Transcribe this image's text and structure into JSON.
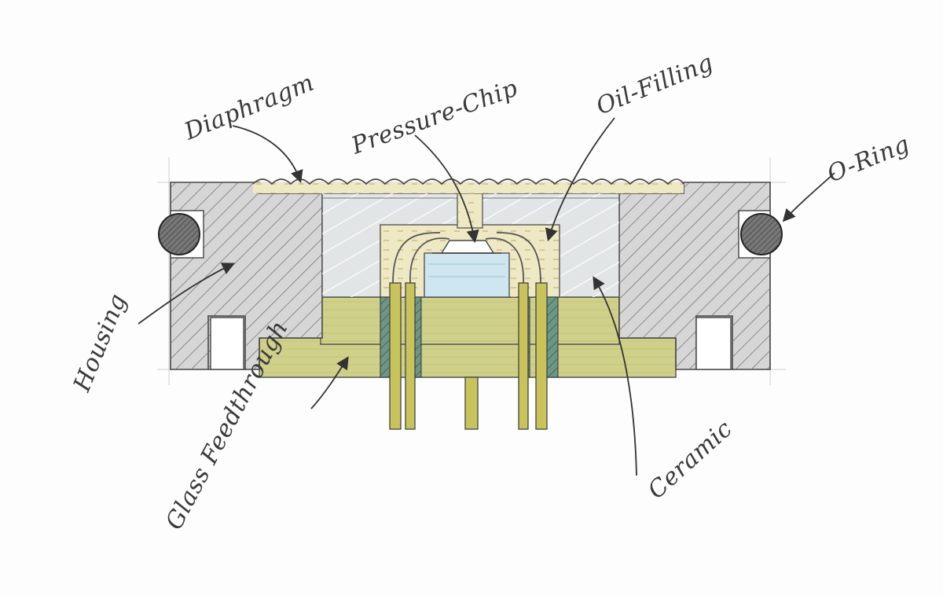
{
  "labels": {
    "diaphragm": "Diaphragm",
    "pressure_chip": "Pressure-Chip",
    "oil_filling": "Oil-Filling",
    "o_ring": "O-Ring",
    "housing": "Housing",
    "glass_feedthrough": "Glass Feedthrough",
    "ceramic": "Ceramic"
  },
  "colors": {
    "housing": "#d6d6d6",
    "ceramic": "#e2e5e6",
    "glass": "#cfd08a",
    "oil": "#efe8c4",
    "pin": "#c9c35c",
    "seal": "#6e9686",
    "chip": "#cfe6f1",
    "oring": "#777777",
    "ink": "#444444"
  }
}
